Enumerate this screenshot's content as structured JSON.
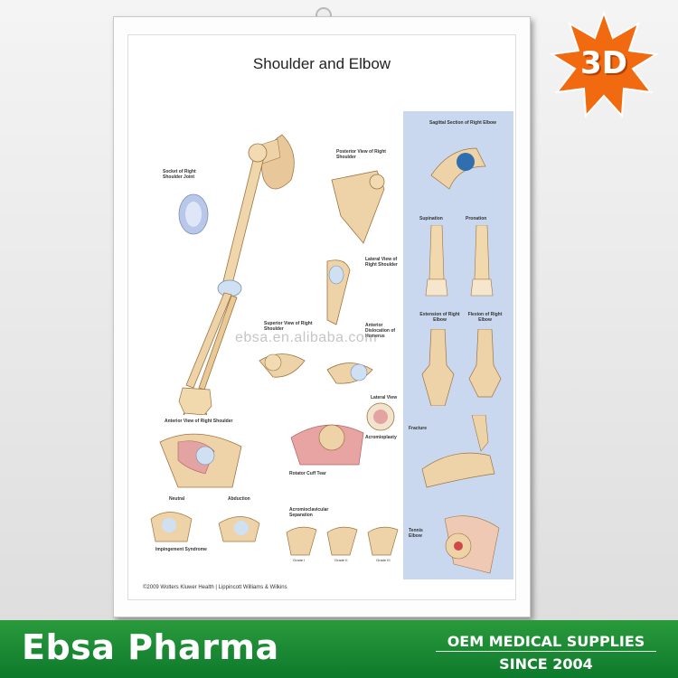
{
  "poster": {
    "title": "Shoulder and Elbow",
    "copyright": "©2009 Wolters Kluwer Health | Lippincott Williams & Wilkins",
    "watermark": "ebsa.en.alibaba.com",
    "captions": {
      "socket": "Socket of Right Shoulder Joint",
      "posterior": "Posterior View of Right Shoulder",
      "lateral": "Lateral View of Right Shoulder",
      "superior": "Superior View of Right Shoulder",
      "anterior_dislocation": "Anterior Dislocation of Humerus",
      "anterior_view": "Anterior View of Right Shoulder",
      "lateral_view": "Lateral View",
      "acromioplasty": "Acromioplasty",
      "rotator_cuff": "Rotator Cuff Tear",
      "neutral": "Neutral",
      "abduction": "Abduction",
      "impingement": "Impingement Syndrome",
      "ac_separation": "Acromioclavicular Separation",
      "sagittal": "Sagittal Section of Right Elbow",
      "supination": "Supination",
      "pronation": "Pronation",
      "extension": "Extension of Right Elbow",
      "flexion": "Flexion of Right Elbow",
      "fracture": "Fracture",
      "tennis_elbow": "Tennis Elbow",
      "grade1": "Grade I",
      "grade2": "Grade II",
      "grade3": "Grade III"
    }
  },
  "badge": {
    "label": "3D",
    "color": "#f26a0f"
  },
  "banner": {
    "brand": "Ebsa Pharma",
    "tagline1": "OEM MEDICAL SUPPLIES",
    "tagline2": "SINCE 2004",
    "color": "#17893a"
  }
}
